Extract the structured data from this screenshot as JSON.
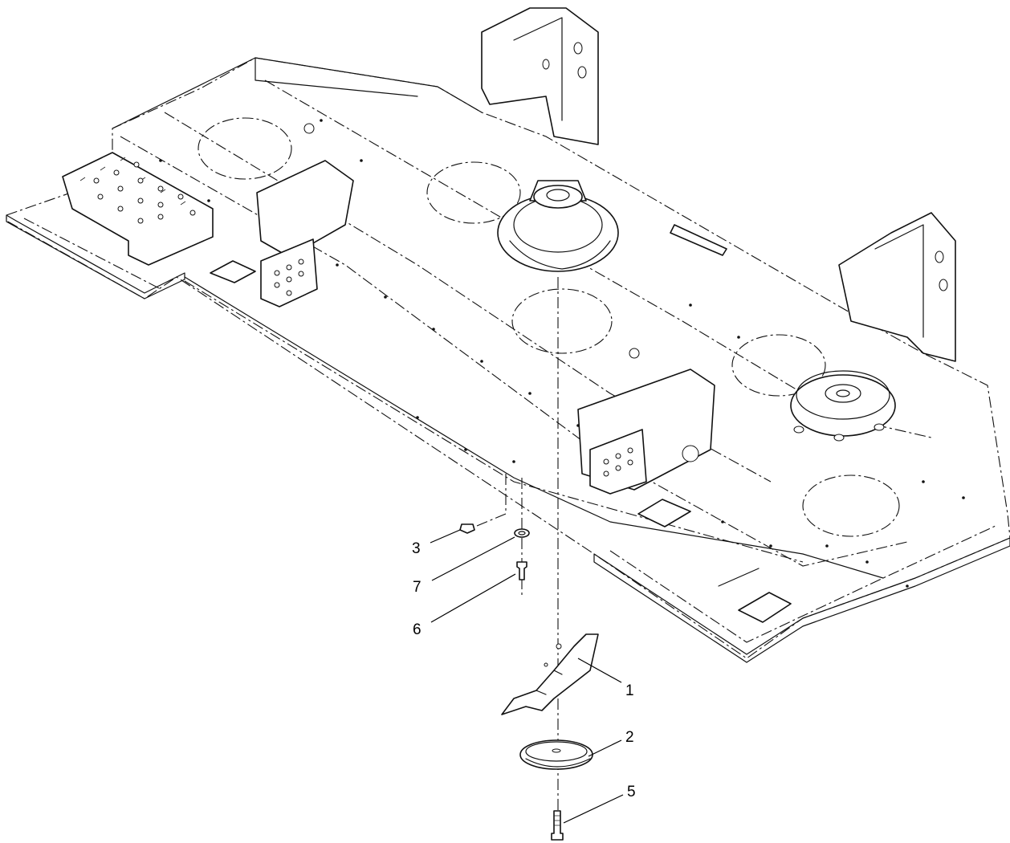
{
  "diagram": {
    "callouts": [
      {
        "id": "1",
        "label": "1"
      },
      {
        "id": "2",
        "label": "2"
      },
      {
        "id": "3",
        "label": "3"
      },
      {
        "id": "5",
        "label": "5"
      },
      {
        "id": "6",
        "label": "6"
      },
      {
        "id": "7",
        "label": "7"
      }
    ]
  }
}
